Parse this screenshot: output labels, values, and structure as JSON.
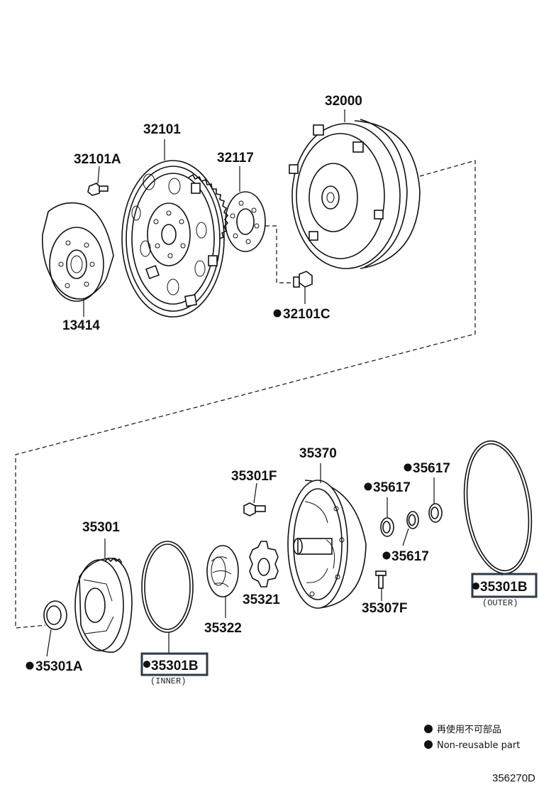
{
  "diagram": {
    "code": "356270D",
    "parts": {
      "p13414": "13414",
      "p32101": "32101",
      "p32101A": "32101A",
      "p32117": "32117",
      "p32101C": "32101C",
      "p32000": "32000",
      "p35370": "35370",
      "p35301F": "35301F",
      "p35617a": "35617",
      "p35617b": "35617",
      "p35617c": "35617",
      "p35301": "35301",
      "p35322": "35322",
      "p35321": "35321",
      "p35307F": "35307F",
      "p35301A": "35301A",
      "p35301B_inner": "35301B",
      "p35301B_outer": "35301B"
    },
    "sublabels": {
      "inner": "(INNER)",
      "outer": "(OUTER)"
    },
    "legend": {
      "line1": "再使用不可部品",
      "line2": "Non-reusable part"
    }
  }
}
